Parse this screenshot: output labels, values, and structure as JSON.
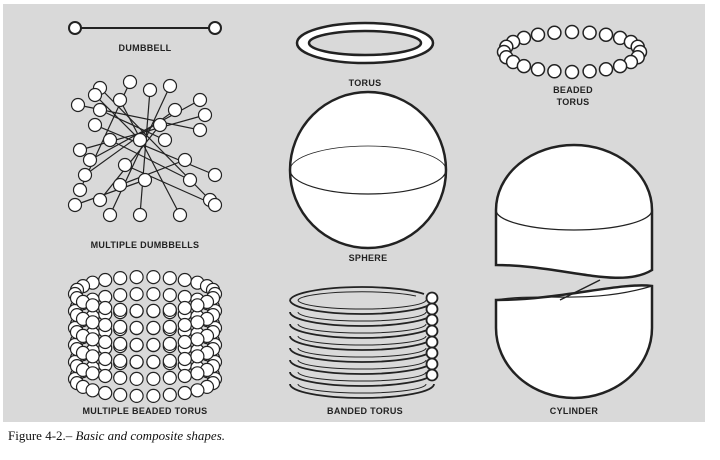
{
  "labels": {
    "dumbbell": "DUMBBELL",
    "torus": "TORUS",
    "beaded_torus_1": "BEADED",
    "beaded_torus_2": "TORUS",
    "multiple_dumbbells": "MULTIPLE DUMBBELLS",
    "sphere": "SPHERE",
    "cylinder": "CYLINDER",
    "multiple_beaded_torus": "MULTIPLE BEADED TORUS",
    "banded_torus": "BANDED TORUS"
  },
  "caption": {
    "figure_label": "Figure 4-2.",
    "text": "– Basic and composite shapes."
  },
  "colors": {
    "panel": "#d9d9d9",
    "line": "#222222",
    "fill": "#ffffff"
  }
}
